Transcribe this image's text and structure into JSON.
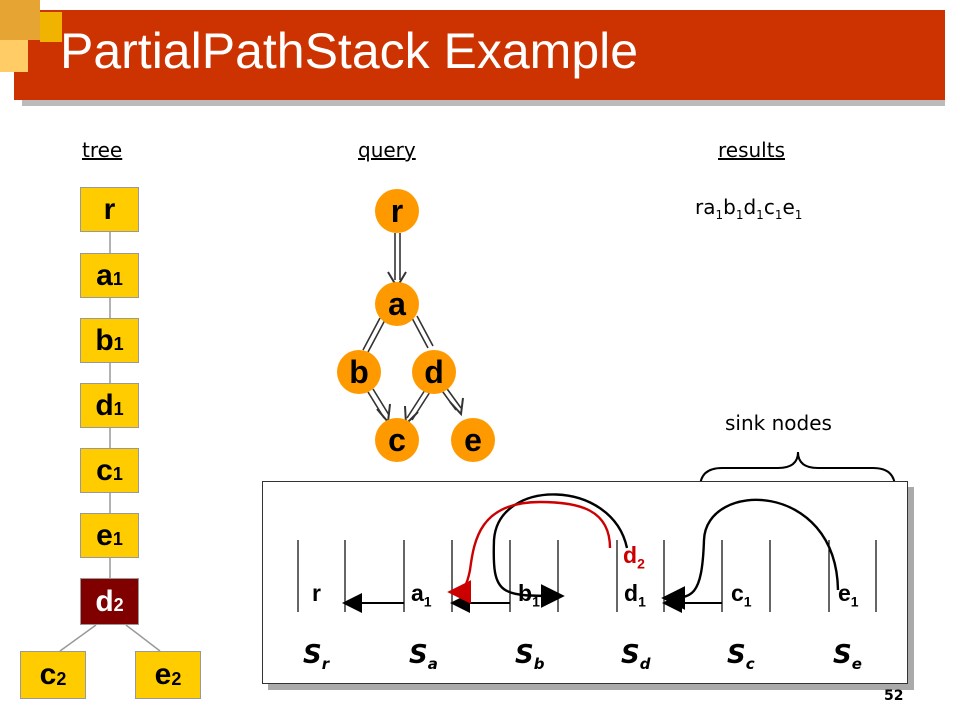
{
  "slide": {
    "title": "PartialPathStack Example",
    "page_number": "52",
    "accent": "#cc3300"
  },
  "headers": {
    "tree": "tree",
    "query": "query",
    "results": "results"
  },
  "results_text": {
    "base": "ra",
    "s1": "1",
    "b": "b",
    "s2": "1",
    "d": "d",
    "s3": "1",
    "c": "c",
    "s4": "1",
    "e": "e",
    "s5": "1"
  },
  "tree": [
    {
      "label": "r",
      "sub": ""
    },
    {
      "label": "a",
      "sub": "1"
    },
    {
      "label": "b",
      "sub": "1"
    },
    {
      "label": "d",
      "sub": "1"
    },
    {
      "label": "c",
      "sub": "1"
    },
    {
      "label": "e",
      "sub": "1"
    },
    {
      "label": "d",
      "sub": "2"
    }
  ],
  "tree_leaves": [
    {
      "label": "c",
      "sub": "2"
    },
    {
      "label": "e",
      "sub": "2"
    }
  ],
  "query": {
    "r": "r",
    "a": "a",
    "b": "b",
    "d": "d",
    "c": "c",
    "e": "e"
  },
  "sink_label": "sink nodes",
  "stacks": [
    {
      "item": "r",
      "item_sub": "",
      "name": "S",
      "name_sub": "r"
    },
    {
      "item": "a",
      "item_sub": "1",
      "name": "S",
      "name_sub": "a"
    },
    {
      "item": "b",
      "item_sub": "1",
      "name": "S",
      "name_sub": "b"
    },
    {
      "item": "d",
      "item_sub": "1",
      "name": "S",
      "name_sub": "d"
    },
    {
      "item": "c",
      "item_sub": "1",
      "name": "S",
      "name_sub": "c"
    },
    {
      "item": "e",
      "item_sub": "1",
      "name": "S",
      "name_sub": "e"
    }
  ],
  "extra_item": {
    "label": "d",
    "sub": "2"
  }
}
